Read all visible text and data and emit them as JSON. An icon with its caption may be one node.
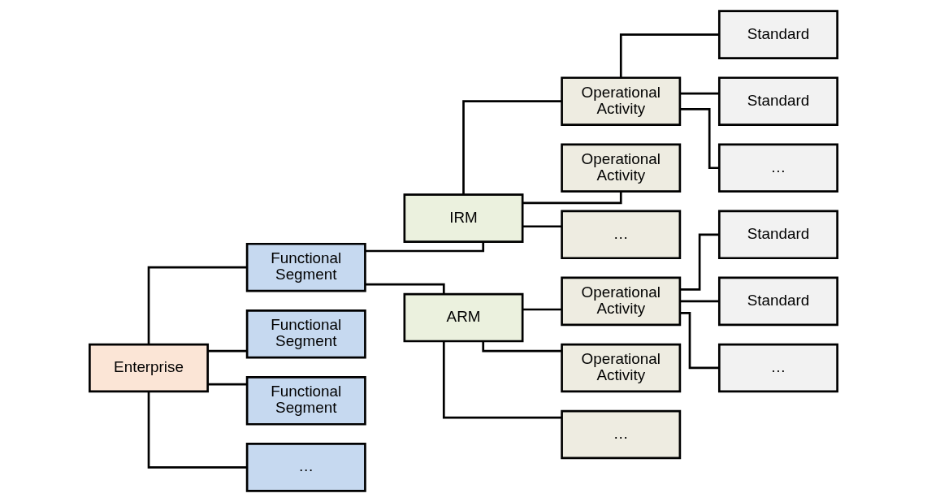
{
  "diagram": {
    "nodes": [
      {
        "text": [
          "Enterprise"
        ]
      },
      {
        "text": [
          "Functional Segment"
        ]
      },
      {
        "text": [
          "Functional Segment"
        ]
      },
      {
        "text": [
          "Functional Segment"
        ]
      },
      {
        "text": [
          "…"
        ]
      },
      {
        "text": [
          "IRM"
        ]
      },
      {
        "text": [
          "ARM"
        ]
      },
      {
        "text": [
          "Operational Activity"
        ]
      },
      {
        "text": [
          "Operational Activity"
        ]
      },
      {
        "text": [
          "…"
        ]
      },
      {
        "text": [
          "Operational Activity"
        ]
      },
      {
        "text": [
          "Operational Activity"
        ]
      },
      {
        "text": [
          "…"
        ]
      },
      {
        "text": [
          "Standard"
        ]
      },
      {
        "text": [
          "Standard"
        ]
      },
      {
        "text": [
          "…"
        ]
      },
      {
        "text": [
          "Standard"
        ]
      },
      {
        "text": [
          "Standard"
        ]
      },
      {
        "text": [
          "…"
        ]
      }
    ],
    "edges": [
      {
        "from": 0,
        "to": 1,
        "arrow": "none"
      },
      {
        "from": 0,
        "to": 2,
        "arrow": "none"
      },
      {
        "from": 0,
        "to": 3,
        "arrow": "none"
      },
      {
        "from": 0,
        "to": 4,
        "arrow": "none"
      },
      {
        "from": 1,
        "to": 5,
        "arrow": "none"
      },
      {
        "from": 1,
        "to": 6,
        "arrow": "none"
      },
      {
        "from": 5,
        "to": 7,
        "arrow": "none"
      },
      {
        "from": 5,
        "to": 8,
        "arrow": "none"
      },
      {
        "from": 5,
        "to": 9,
        "arrow": "none"
      },
      {
        "from": 6,
        "to": 10,
        "arrow": "none"
      },
      {
        "from": 6,
        "to": 11,
        "arrow": "none"
      },
      {
        "from": 6,
        "to": 12,
        "arrow": "none"
      },
      {
        "from": 7,
        "to": 13,
        "arrow": "none"
      },
      {
        "from": 7,
        "to": 14,
        "arrow": "none"
      },
      {
        "from": 7,
        "to": 15,
        "arrow": "none"
      },
      {
        "from": 10,
        "to": 16,
        "arrow": "none"
      },
      {
        "from": 10,
        "to": 17,
        "arrow": "none"
      },
      {
        "from": 10,
        "to": 18,
        "arrow": "none"
      }
    ]
  }
}
